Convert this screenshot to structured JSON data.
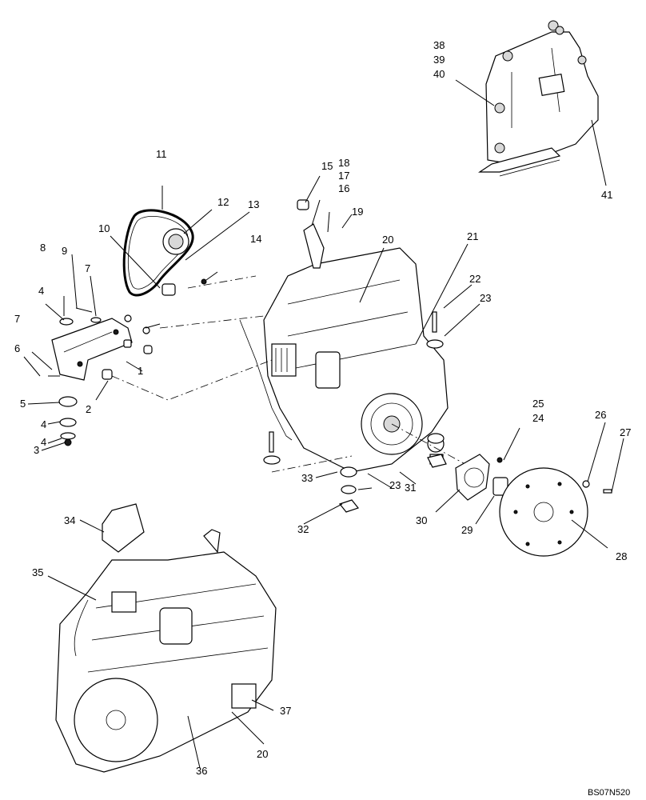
{
  "drawing_code": "BS07N520",
  "callouts": [
    "1",
    "2",
    "3",
    "4",
    "4",
    "4",
    "5",
    "6",
    "7",
    "7",
    "8",
    "9",
    "10",
    "11",
    "12",
    "13",
    "14",
    "15",
    "16",
    "17",
    "18",
    "19",
    "20",
    "20",
    "21",
    "22",
    "23",
    "23",
    "24",
    "25",
    "26",
    "27",
    "28",
    "29",
    "30",
    "31",
    "32",
    "33",
    "34",
    "35",
    "36",
    "37",
    "38",
    "39",
    "40",
    "41"
  ]
}
